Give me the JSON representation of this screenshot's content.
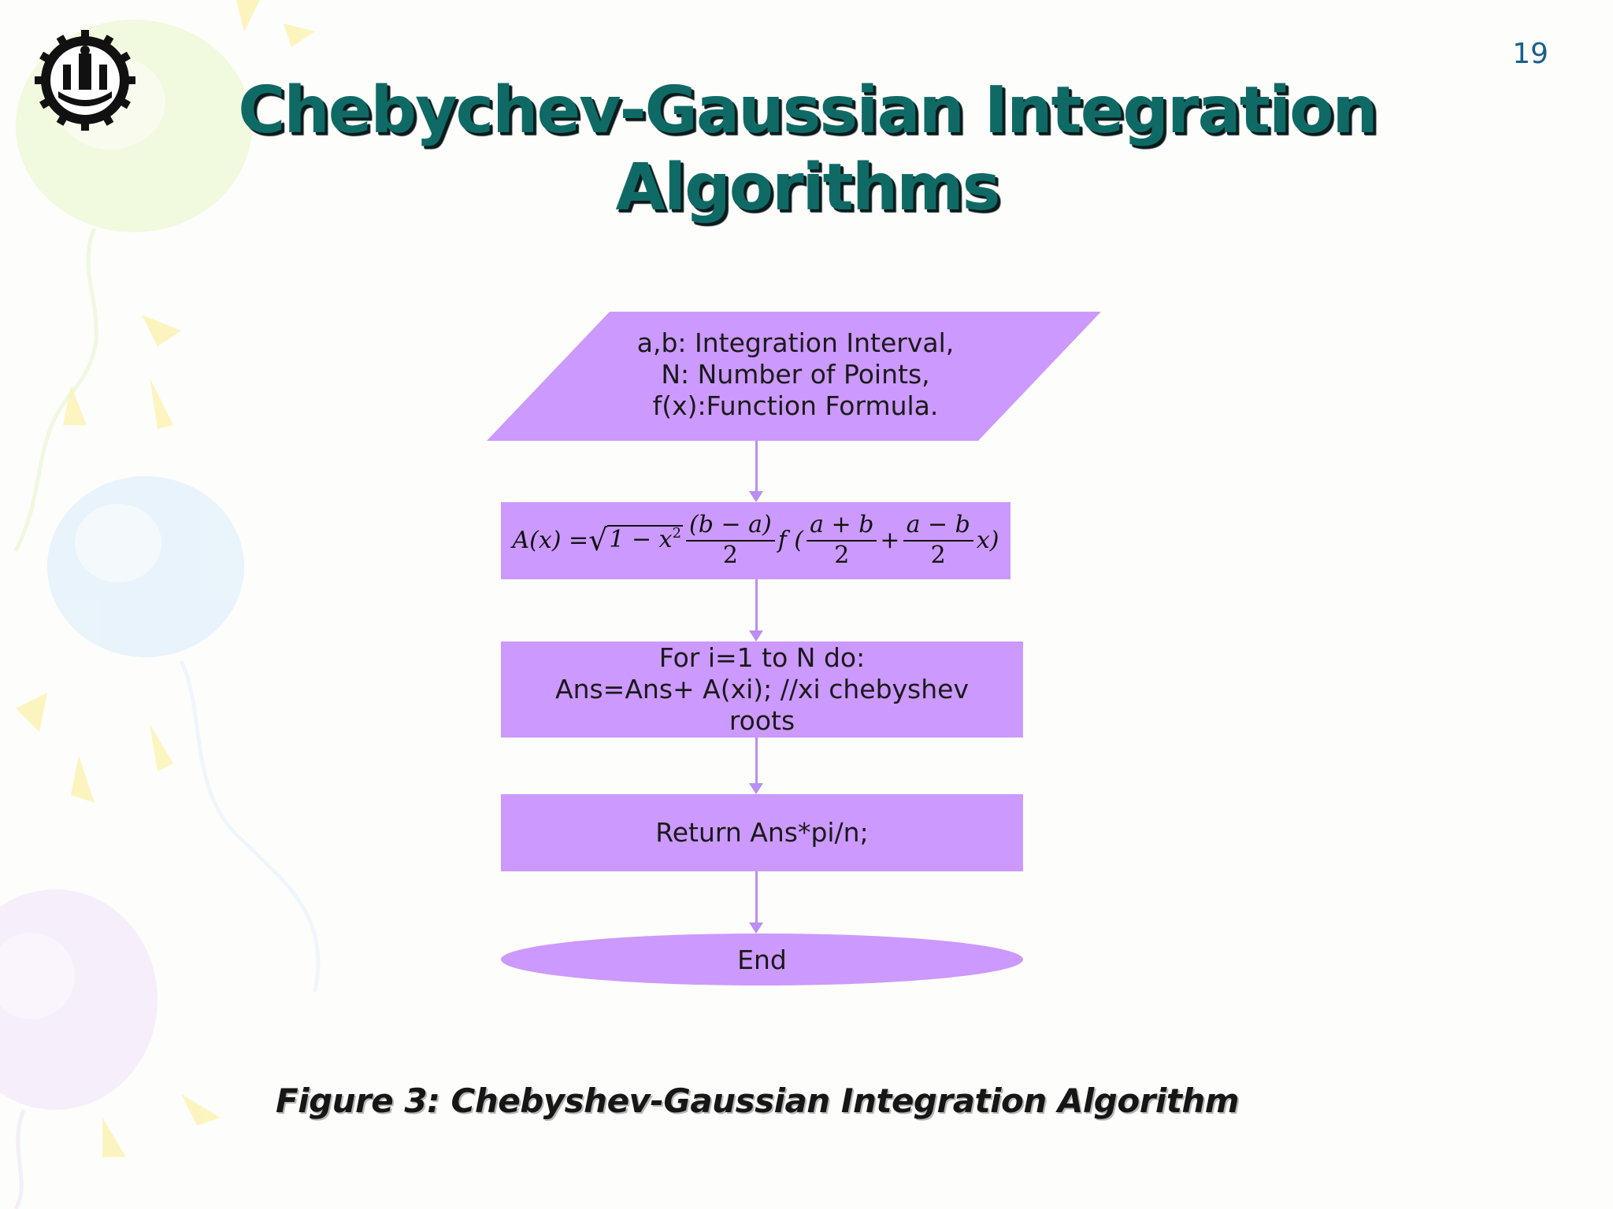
{
  "slide": {
    "number": "19",
    "title_line1": "Chebychev-Gaussian Integration",
    "title_line2": "Algorithms"
  },
  "flowchart": {
    "input": {
      "line1": "a,b: Integration Interval,",
      "line2": "N: Number of Points,",
      "line3": "f(x):Function Formula."
    },
    "formula": {
      "lhs": "A(x) =",
      "sqrt_body": "1 − x",
      "sqrt_exp": "2",
      "frac1_num": "(b − a)",
      "frac1_den": "2",
      "f_open": "f (",
      "frac2_num": "a + b",
      "frac2_den": "2",
      "plus": "+",
      "frac3_num": "a − b",
      "frac3_den": "2",
      "tail": "x)"
    },
    "loop": {
      "line1": "For i=1 to N do:",
      "line2": "Ans=Ans+ A(xi); //xi chebyshev",
      "line3": "roots"
    },
    "return_text": "Return Ans*pi/n;",
    "end_text": "End"
  },
  "caption": "Figure 3: Chebyshev-Gaussian Integration Algorithm",
  "colors": {
    "shape_fill": "#cc99ff",
    "connector": "#b98ff1",
    "title": "#0f6a66",
    "slide_number": "#1b5e8c"
  }
}
